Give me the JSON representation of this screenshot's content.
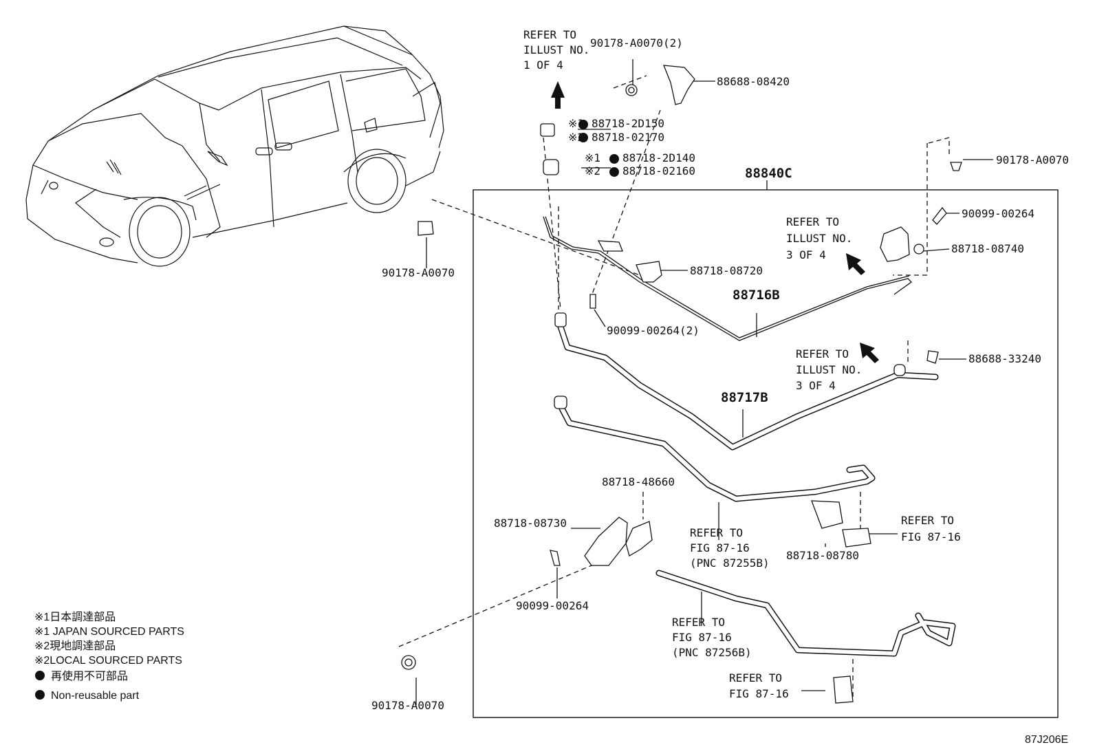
{
  "callouts": {
    "refer_illust_1of4": [
      "REFER TO",
      "ILLUST NO.",
      "1 OF 4"
    ],
    "refer_illust_3of4_a": [
      "REFER TO",
      "ILLUST NO.",
      "3 OF 4"
    ],
    "refer_illust_3of4_b": [
      "REFER TO",
      "ILLUST NO.",
      "3 OF 4"
    ],
    "refer_fig_87255b": [
      "REFER TO",
      "FIG 87-16",
      "(PNC 87255B)"
    ],
    "refer_fig_87256b": [
      "REFER TO",
      "FIG 87-16",
      "(PNC 87256B)"
    ],
    "refer_fig_right": [
      "REFER TO",
      "FIG 87-16"
    ],
    "refer_fig_bottom": [
      "REFER TO",
      "FIG 87-16"
    ]
  },
  "parts": {
    "p_90178_a0070_2": "90178-A0070(2)",
    "p_88688_08420": "88688-08420",
    "p_88718_2d150": "88718-2D150",
    "p_88718_02170": "88718-02170",
    "p_88718_2d140": "88718-2D140",
    "p_88718_02160": "88718-02160",
    "mark_1": "※1",
    "mark_2": "※2",
    "p_90178_a0070_right": "90178-A0070",
    "assembly_88840c": "88840C",
    "p_90099_00264_right": "90099-00264",
    "p_88718_08740": "88718-08740",
    "p_88718_08720": "88718-08720",
    "pnc_88716b": "88716B",
    "p_90099_00264_2": "90099-00264(2)",
    "p_88688_33240": "88688-33240",
    "pnc_88717b": "88717B",
    "p_90178_a0070_left": "90178-A0070",
    "p_88718_48660": "88718-48660",
    "p_88718_08730": "88718-08730",
    "p_88718_08780": "88718-08780",
    "p_90099_00264_low": "90099-00264",
    "p_90178_a0070_bottom": "90178-A0070"
  },
  "legend": {
    "line1": "※1日本調達部品",
    "line2": "※1 JAPAN SOURCED PARTS",
    "line3": "※2現地調達部品",
    "line4": "※2LOCAL SOURCED PARTS",
    "line5": "再使用不可部品",
    "line6": "Non-reusable part"
  },
  "figure_id": "87J206E"
}
